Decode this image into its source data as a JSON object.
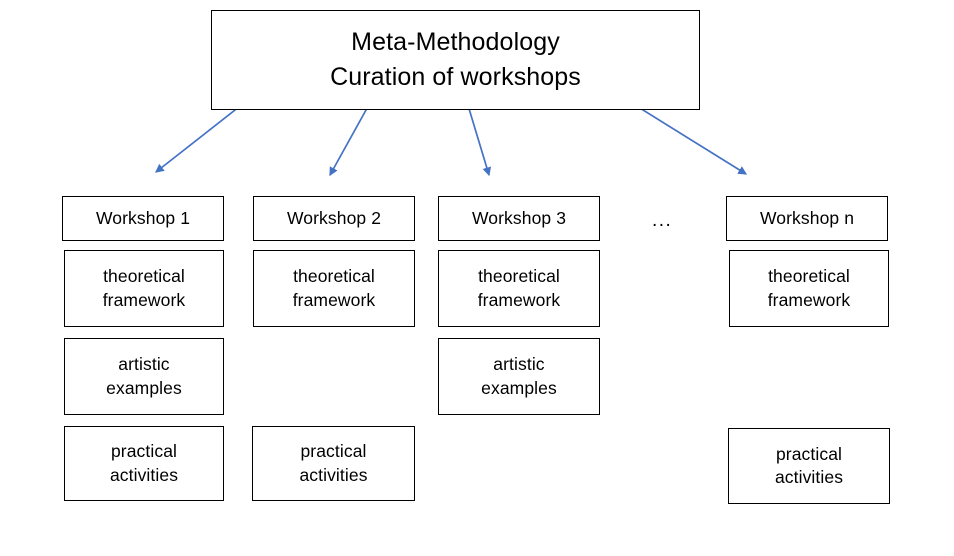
{
  "diagram": {
    "title_lines": [
      "Meta-Methodology",
      "Curation of workshops"
    ],
    "ellipsis": "...",
    "accent_color": "#4472C4",
    "border_color": "#000000",
    "background_color": "#FFFFFF",
    "columns": [
      {
        "header": "Workshop 1",
        "items": [
          "theoretical framework",
          "artistic examples",
          "practical activities"
        ]
      },
      {
        "header": "Workshop 2",
        "items": [
          "theoretical framework",
          "practical activities"
        ]
      },
      {
        "header": "Workshop 3",
        "items": [
          "theoretical framework",
          "artistic examples"
        ]
      },
      {
        "header": "Workshop n",
        "items": [
          "theoretical framework",
          "practical activities"
        ]
      }
    ],
    "labels": {
      "theoretical_framework_line1": "theoretical",
      "theoretical_framework_line2": "framework",
      "artistic_examples_line1": "artistic",
      "artistic_examples_line2": "examples",
      "practical_activities_line1": "practical",
      "practical_activities_line2": "activities"
    }
  }
}
